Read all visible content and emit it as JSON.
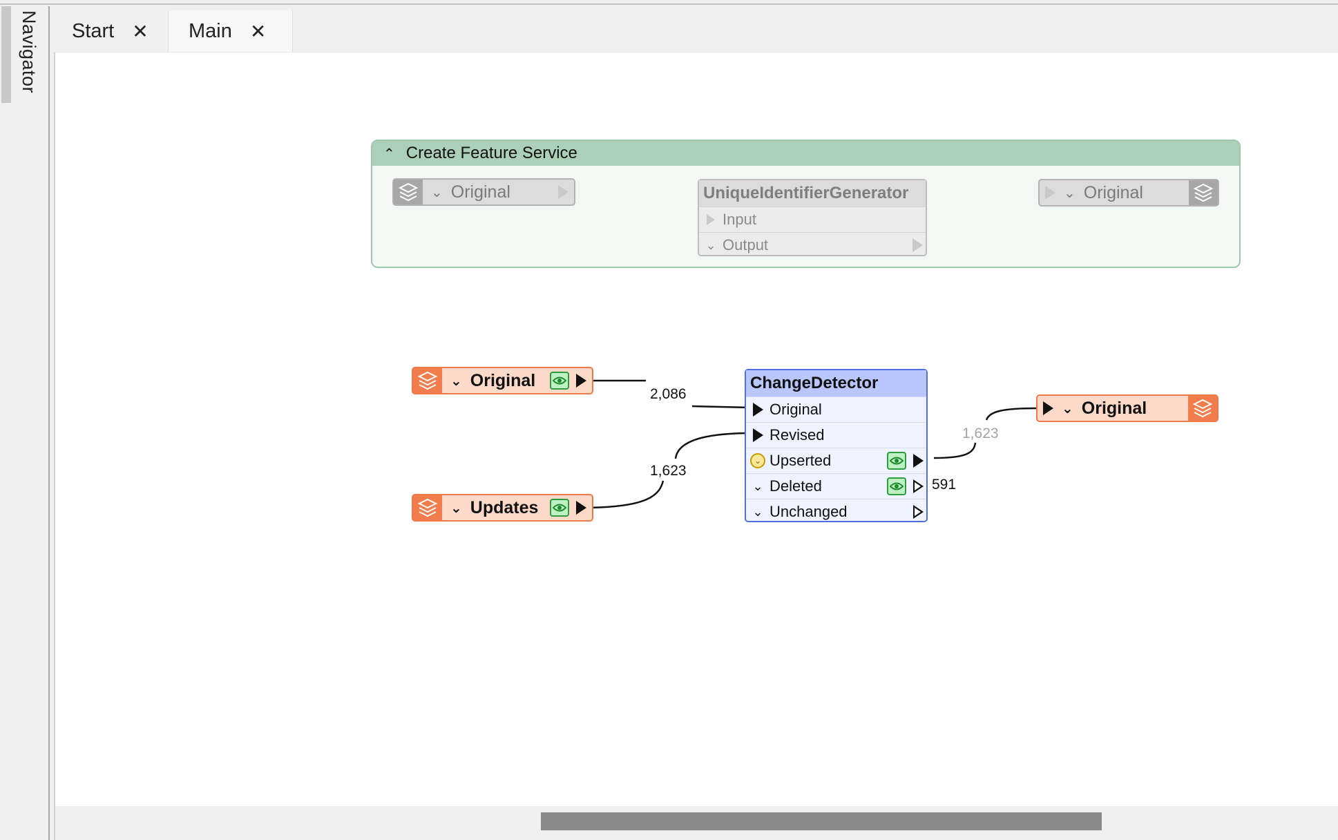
{
  "navigator": {
    "label": "Navigator"
  },
  "tabs": [
    {
      "label": "Start",
      "close": "✕"
    },
    {
      "label": "Main",
      "close": "✕"
    }
  ],
  "bookmark": {
    "title": "Create Feature Service",
    "collapse_icon": "chevron-up-icon",
    "reader": {
      "label": "Original"
    },
    "transformer": {
      "title": "UniqueIdentifierGenerator",
      "input": "Input",
      "output": "Output"
    },
    "writer": {
      "label": "Original"
    }
  },
  "workflow": {
    "reader_original": {
      "label": "Original"
    },
    "reader_updates": {
      "label": "Updates"
    },
    "change_detector": {
      "title": "ChangeDetector",
      "inputs": [
        "Original",
        "Revised"
      ],
      "outputs": [
        "Upserted",
        "Deleted",
        "Unchanged"
      ]
    },
    "writer_original": {
      "label": "Original"
    },
    "counts": {
      "original_to_cd": "2,086",
      "updates_to_cd": "1,623",
      "upserted_to_writer": "1,623",
      "deleted": "591"
    }
  },
  "colors": {
    "reader_writer_fill": "#fcd9c9",
    "reader_writer_accent": "#f27d4c",
    "transformer_fill": "#eff2ff",
    "transformer_header": "#b8c6fb",
    "bookmark_header": "#abcfb7",
    "disabled_gray": "#dcdcdc",
    "inspect_green": "#2e9b3c"
  }
}
